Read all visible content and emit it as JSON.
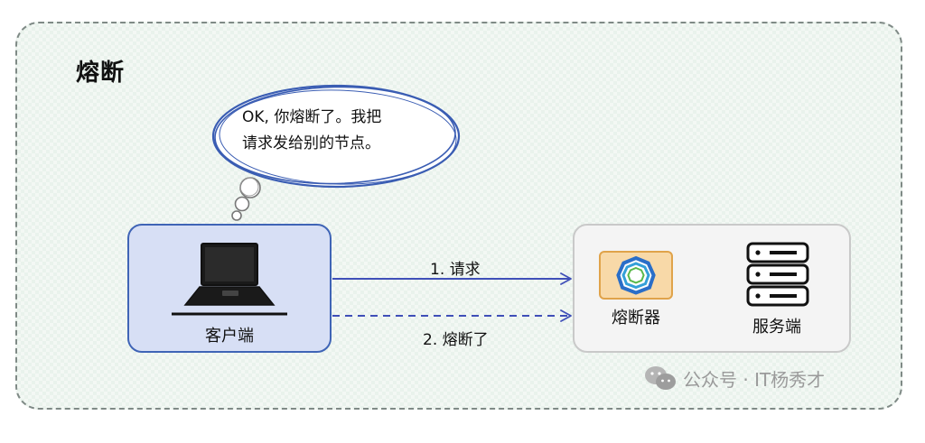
{
  "title": "熔断",
  "thought_bubble": {
    "line1": "OK, 你熔断了。我把",
    "line2": "请求发给别的节点。"
  },
  "client": {
    "label": "客户端",
    "icon": "laptop-icon"
  },
  "server_group": {
    "breaker_label": "熔断器",
    "breaker_icon": "circuit-breaker-icon",
    "server_label": "服务端",
    "server_icon": "server-rack-icon"
  },
  "arrows": {
    "request_label": "1. 请求",
    "broken_label": "2. 熔断了"
  },
  "watermark": {
    "text": "公众号 · IT杨秀才",
    "icon": "wechat-icon"
  },
  "colors": {
    "client_fill": "#d7dff5",
    "client_border": "#3f64b6",
    "arrow": "#3f4fb8",
    "breaker_fill": "#f8d9a8",
    "breaker_border": "#e0a34a",
    "frame_border": "#7f8a86"
  }
}
